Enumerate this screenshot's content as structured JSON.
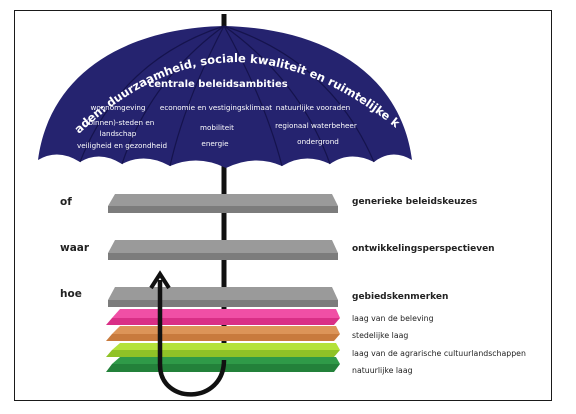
{
  "umbrella": {
    "arc_title": "rode draden: duurzaamheid, sociale kwaliteit en ruimtelijke kwaliteit",
    "center_title": "centrale beleidsambities",
    "ambitions": [
      "woonomgeving",
      "economie en vestigingsklimaat",
      "natuurlijke vooraden",
      "(binnen)-steden en",
      "landschap",
      "mobiliteit",
      "regionaal waterbeheer",
      "veiligheid en gezondheid",
      "energie",
      "ondergrond"
    ]
  },
  "questions": [
    "of",
    "waar",
    "hoe"
  ],
  "levels": [
    "generieke beleidskeuzes",
    "ontwikkelingsperspectieven",
    "gebiedskenmerken"
  ],
  "layers": [
    {
      "label": "laag van de beleving",
      "color": "#ee3d96"
    },
    {
      "label": "stedelijke laag",
      "color": "#d9884a"
    },
    {
      "label": "laag van de agrarische cultuurlandschappen",
      "color": "#a8d833"
    },
    {
      "label": "natuurlijke laag",
      "color": "#2f9a48"
    }
  ],
  "colors": {
    "canopy": "#25236f",
    "plate": "#8a8a8a",
    "plate_top": "#9c9c9c",
    "handle": "#111111"
  }
}
